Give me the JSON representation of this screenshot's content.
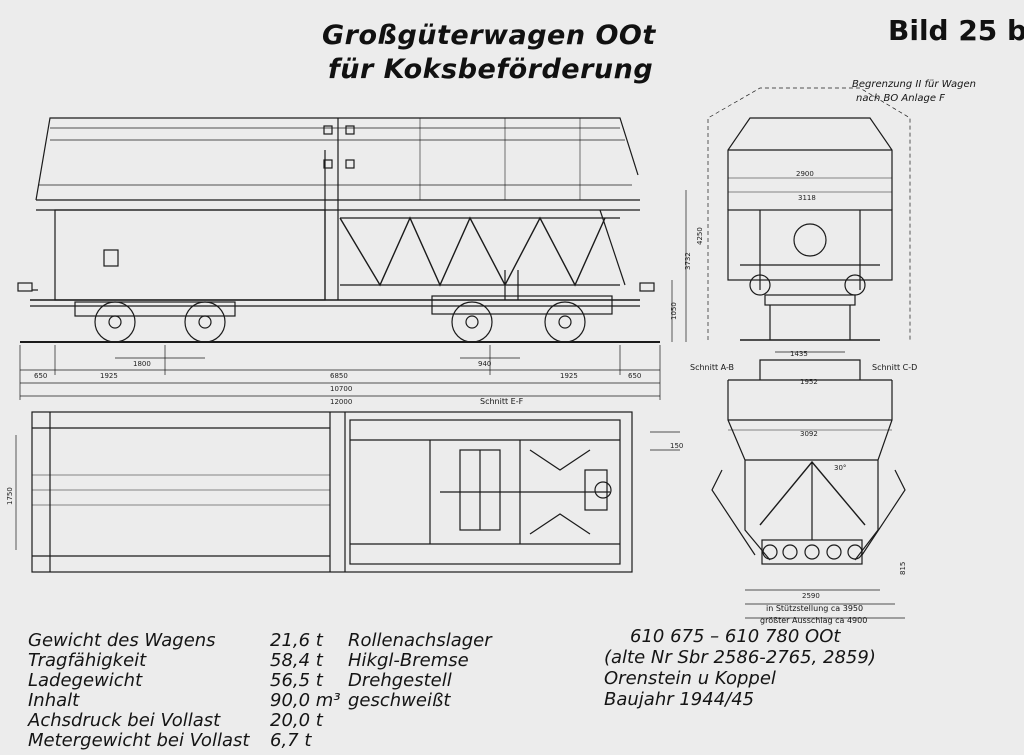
{
  "header": {
    "title_line1": "Großgüterwagen OOt",
    "title_line2": "für Koksbeförderung",
    "figure_id": "Bild 25 b"
  },
  "note": {
    "line1": "Begrenzung II für Wagen",
    "line2": "nach BO Anlage F"
  },
  "section_labels": {
    "ab": "Schnitt A-B",
    "cd": "Schnitt C-D",
    "ef": "Schnitt E-F"
  },
  "dimensions": {
    "side_view": [
      "650",
      "1925",
      "1800",
      "6850",
      "940",
      "1925",
      "650",
      "10700",
      "12000",
      "3732",
      "1050"
    ],
    "plan_view": [
      "1750",
      "150"
    ],
    "end_view": [
      "2900",
      "3118",
      "4250"
    ],
    "section_view": [
      "1435",
      "1952",
      "3092",
      "2590",
      "815",
      "30°"
    ],
    "clearance_support": "in Stützstellung ca 3950",
    "clearance_max": "größter Ausschlag ca 4900"
  },
  "specs": [
    {
      "label": "Gewicht des Wagens",
      "value": "21,6 t"
    },
    {
      "label": "Tragfähigkeit",
      "value": "58,4 t"
    },
    {
      "label": "Ladegewicht",
      "value": "56,5 t"
    },
    {
      "label": "Inhalt",
      "value": "90,0 m³"
    },
    {
      "label": "Achsdruck bei Vollast",
      "value": "20,0 t"
    },
    {
      "label": "Metergewicht bei Vollast",
      "value": "6,7 t"
    }
  ],
  "features": [
    "Rollenachslager",
    "Hikgl-Bremse",
    "Drehgestell",
    "geschweißt"
  ],
  "info": [
    "610 675 – 610 780 OOt",
    "(alte Nr Sbr 2586-2765, 2859)",
    "Orenstein u Koppel",
    "Baujahr 1944/45"
  ]
}
